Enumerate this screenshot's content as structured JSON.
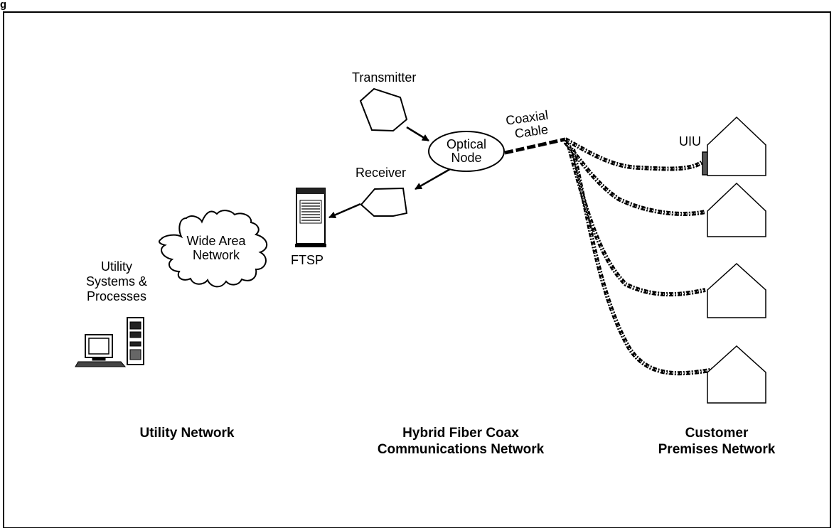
{
  "header_fragment": "g",
  "labels": {
    "transmitter": "Transmitter",
    "receiver": "Receiver",
    "optical_node": [
      "Optical",
      "Node"
    ],
    "coaxial_cable": [
      "Coaxial",
      "Cable"
    ],
    "uiu": "UIU",
    "ftsp": "FTSP",
    "wan": [
      "Wide Area",
      "Network"
    ],
    "utility_systems": [
      "Utility",
      "Systems &",
      "Processes"
    ]
  },
  "sections": {
    "utility_network": [
      "Utility Network"
    ],
    "hfc_network": [
      "Hybrid Fiber Coax",
      "Communications Network"
    ],
    "customer_network": [
      "Customer",
      "Premises Network"
    ]
  }
}
